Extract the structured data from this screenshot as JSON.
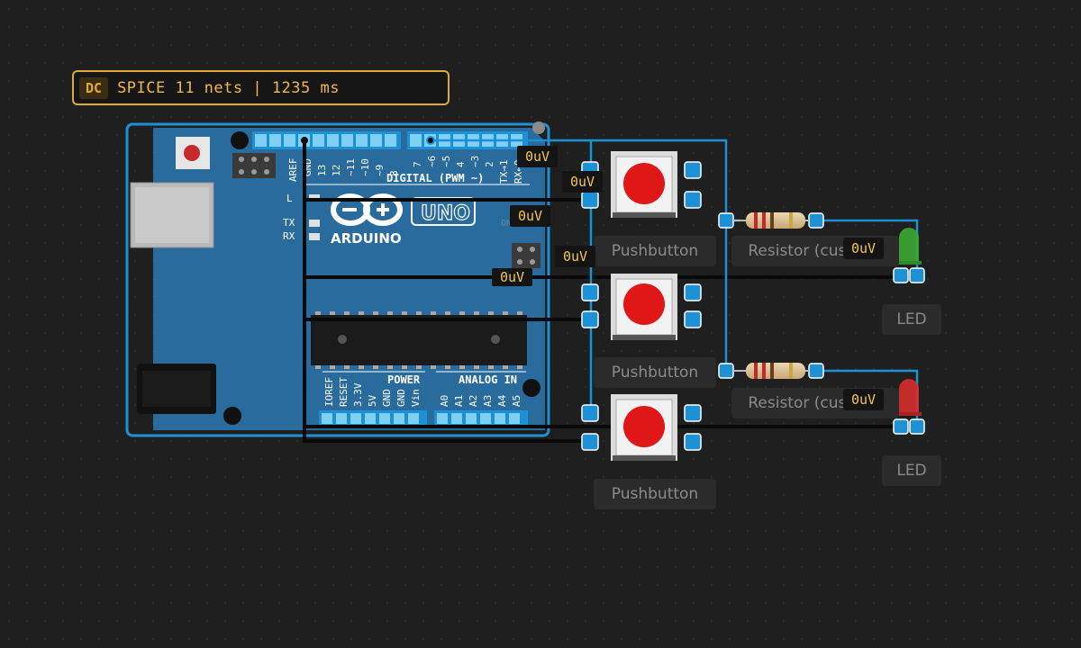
{
  "simulation": {
    "mode_badge": "DC",
    "status": "SPICE 11 nets | 1235 ms"
  },
  "board": {
    "brand": "ARDUINO",
    "model": "UNO",
    "digital_header_label": "DIGITAL (PWM ~)",
    "power_label": "POWER",
    "analog_label": "ANALOG IN",
    "digital_pins": [
      "AREF",
      "GND",
      "13",
      "12",
      "~11",
      "~10",
      "~9",
      "8",
      "7",
      "~6",
      "~5",
      "4",
      "~3",
      "2",
      "TX→1",
      "RX←0"
    ],
    "power_pins": [
      "IOREF",
      "RESET",
      "3.3V",
      "5V",
      "GND",
      "GND",
      "Vin"
    ],
    "analog_pins": [
      "A0",
      "A1",
      "A2",
      "A3",
      "A4",
      "A5"
    ],
    "led_labels": [
      "L",
      "TX",
      "RX",
      "ON"
    ]
  },
  "probes": [
    "0uV",
    "0uV",
    "0uV",
    "0uV",
    "0uV",
    "0uV",
    "0uV"
  ],
  "components": {
    "pushbutton_label": "Pushbutton",
    "resistor_label": "Resistor (custom)",
    "led_label": "LED",
    "led_colors": [
      "#3aa832",
      "#d62d2d"
    ]
  },
  "colors": {
    "wire_selected": "#1e90d6",
    "wire": "#0a0a0a",
    "board": "#2a6b9e",
    "badge": "#e0a93a",
    "probe_text": "#f2c94c"
  }
}
